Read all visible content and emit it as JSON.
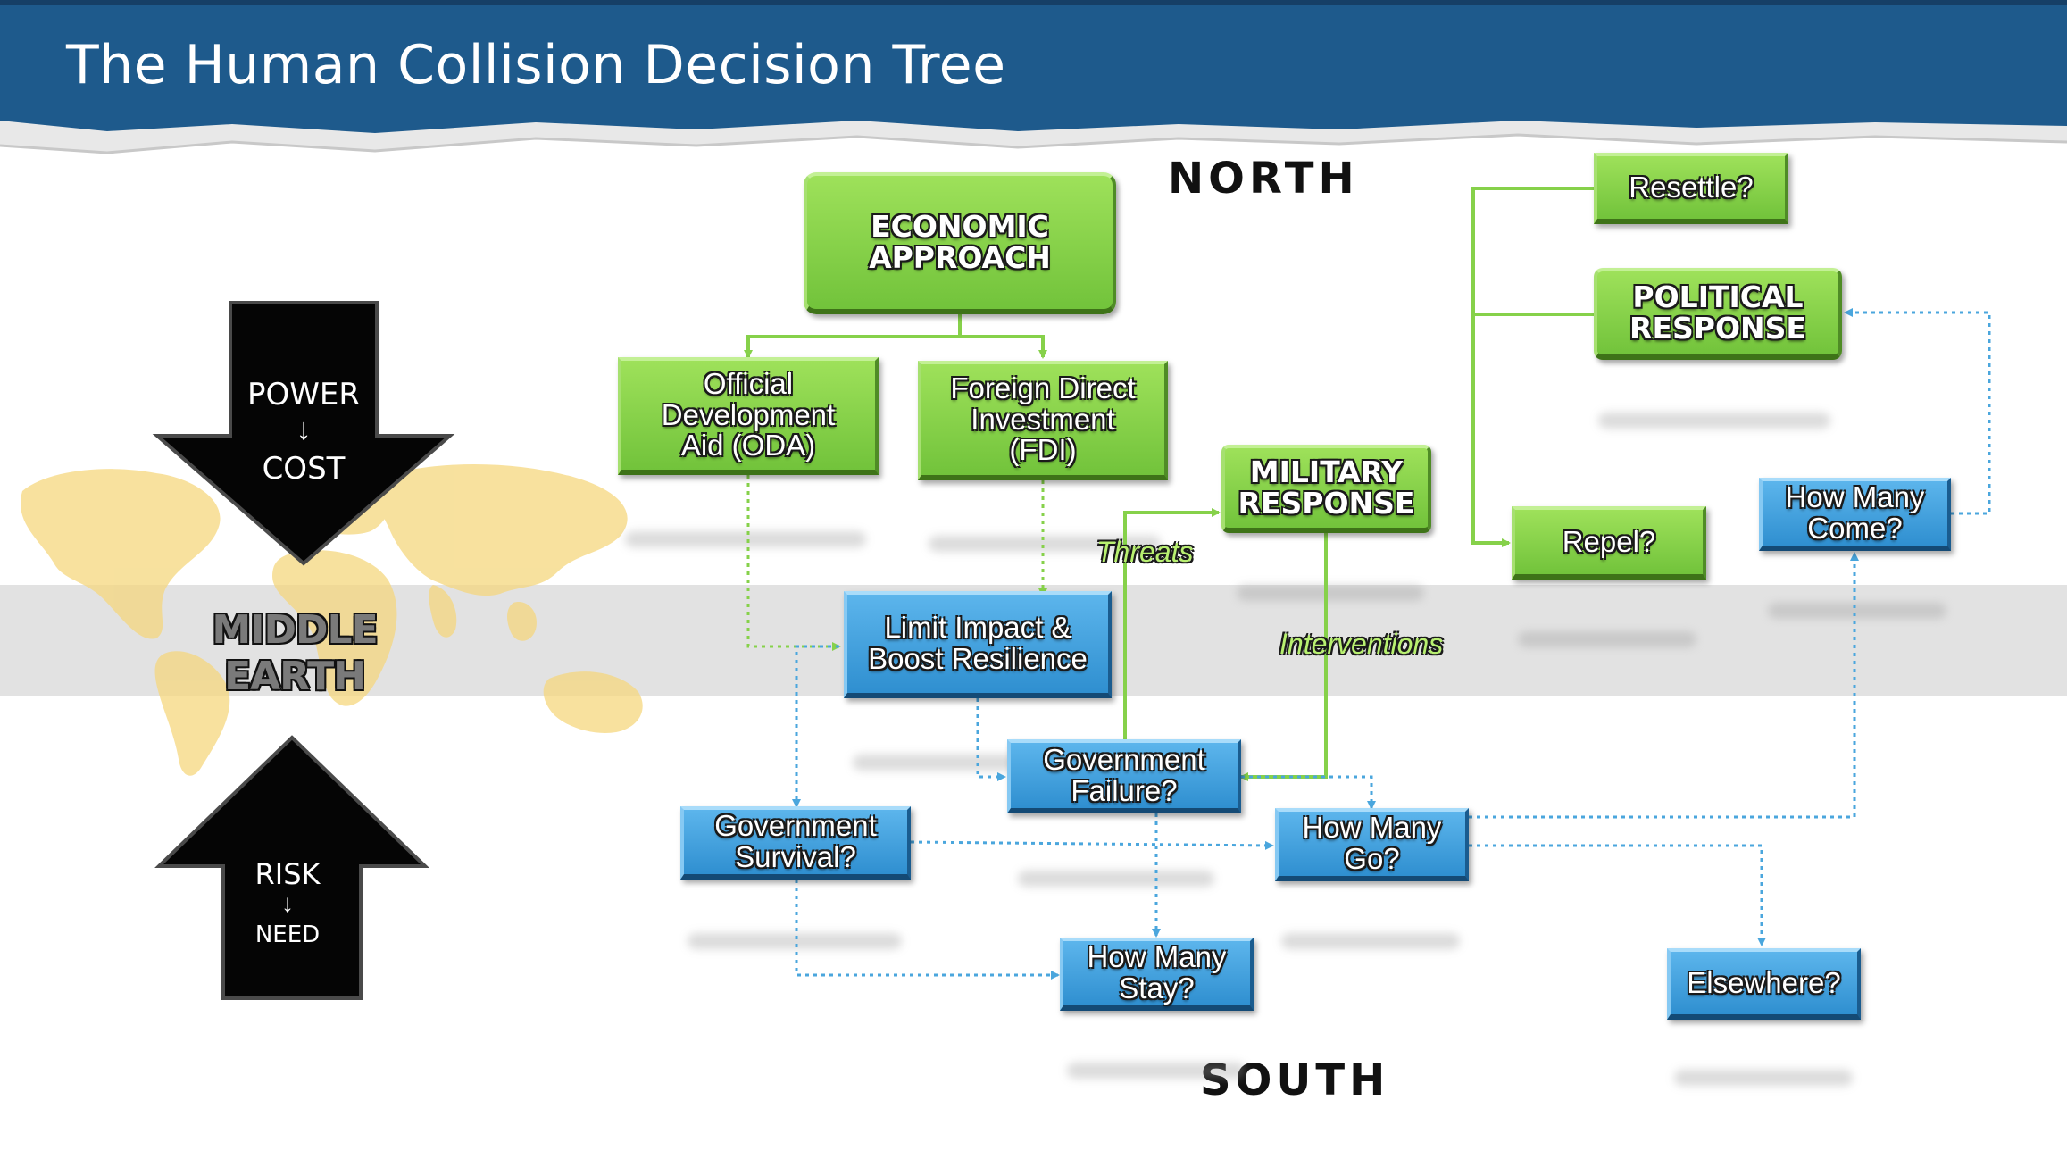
{
  "slide": {
    "title": "The Human Collision Decision Tree",
    "colors": {
      "header": "#1e5a8c",
      "green_node": "#86d14a",
      "blue_node": "#3d9fde",
      "band": "#e2e2e2"
    }
  },
  "compass": {
    "north": "NORTH",
    "south": "SOUTH"
  },
  "left_panel": {
    "down_arrow": {
      "top": "POWER",
      "symbol": "↓",
      "bottom": "COST"
    },
    "up_arrow": {
      "top": "RISK",
      "symbol": "↓",
      "bottom": "NEED"
    },
    "band_label": "MIDDLE\nEARTH"
  },
  "nodes": {
    "economic": "ECONOMIC\nAPPROACH",
    "oda": "Official\nDevelopment\nAid (ODA)",
    "fdi": "Foreign Direct\nInvestment\n(FDI)",
    "military": "MILITARY\nRESPONSE",
    "resettle": "Resettle?",
    "political": "POLITICAL\nRESPONSE",
    "repel": "Repel?",
    "how_many_come": "How Many\nCome?",
    "limit_impact": "Limit Impact &\nBoost Resilience",
    "gov_failure": "Government\nFailure?",
    "gov_survival": "Government\nSurvival?",
    "how_many_go": "How Many\nGo?",
    "how_many_stay": "How Many\nStay?",
    "elsewhere": "Elsewhere?"
  },
  "edge_labels": {
    "threats": "Threats",
    "interventions": "Interventions"
  }
}
